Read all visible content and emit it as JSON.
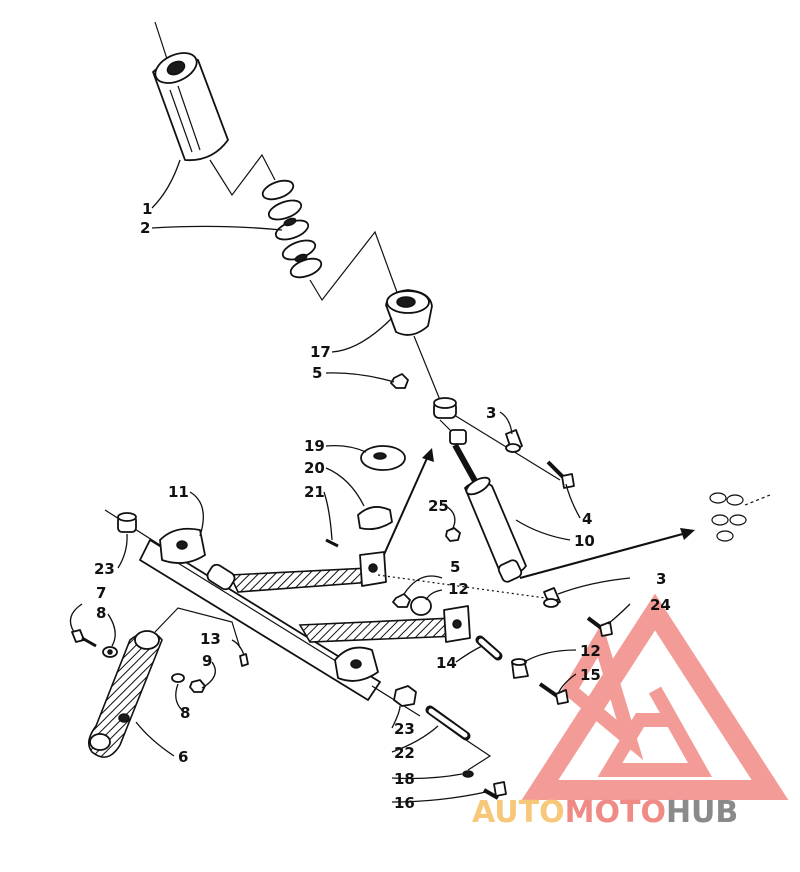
{
  "callouts": [
    "1",
    "2",
    "17",
    "5",
    "3",
    "4",
    "19",
    "20",
    "21",
    "11",
    "25",
    "10",
    "23",
    "7",
    "8",
    "13",
    "9",
    "5",
    "12",
    "3",
    "24",
    "8",
    "14",
    "12",
    "15",
    "6",
    "23",
    "22",
    "18",
    "16"
  ],
  "watermark": {
    "text_part1": "AUTO",
    "text_part2": "MOTO",
    "text_part3": "HUB",
    "color1": "#f7c77a",
    "color2": "#f08a85",
    "color3": "#8a8a8a",
    "logo_color": "#f08a85"
  }
}
